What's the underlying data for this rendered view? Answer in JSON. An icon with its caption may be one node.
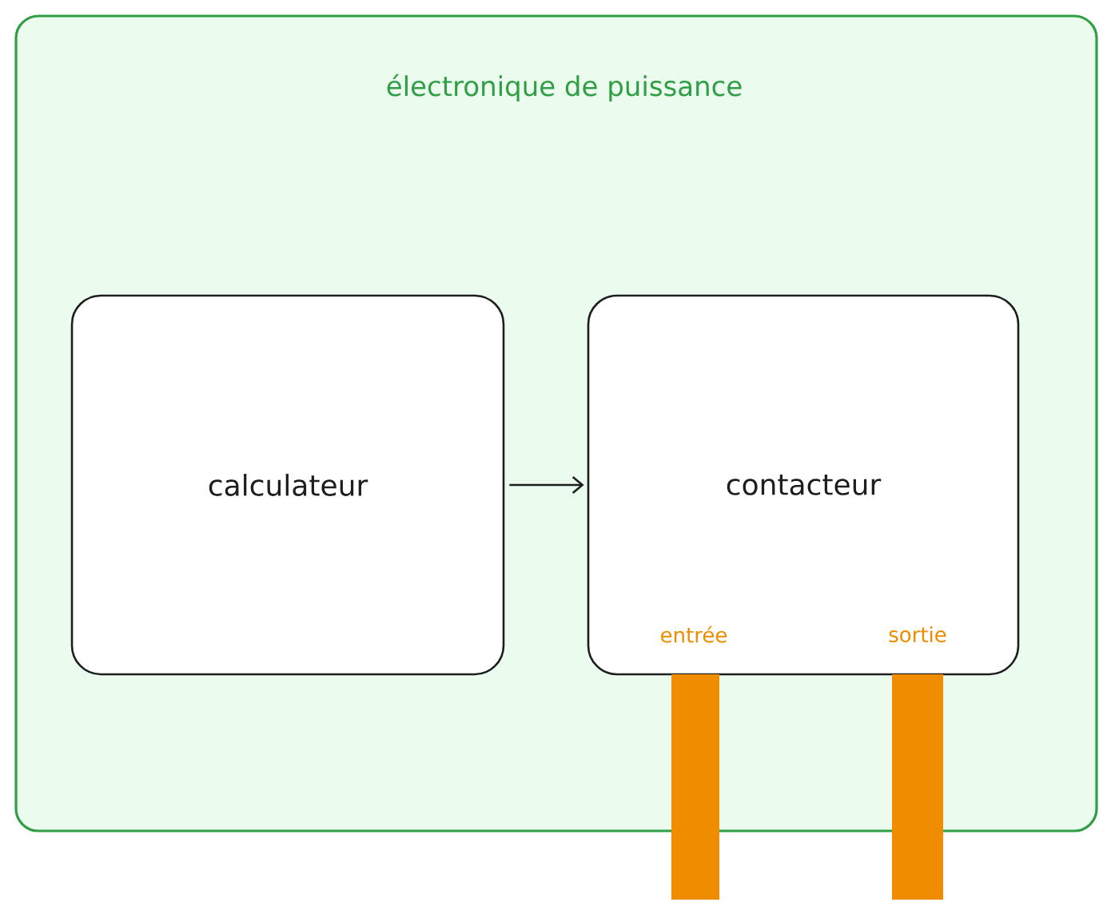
{
  "diagram": {
    "nodes": [
      {
        "text": [
          "électronique de puissance"
        ]
      },
      {
        "text": [
          "calculateur"
        ],
        "in": 0
      },
      {
        "text": [
          "contacteur"
        ],
        "in": 0
      },
      {
        "text": [
          "entrée"
        ],
        "in": 2
      },
      {
        "text": [
          "sortie"
        ],
        "in": 2
      },
      {
        "text": [],
        "shape": "bar"
      },
      {
        "text": [],
        "shape": "bar"
      }
    ],
    "edges": [
      {
        "from": 1,
        "to": 2,
        "arrow": "to"
      }
    ]
  }
}
